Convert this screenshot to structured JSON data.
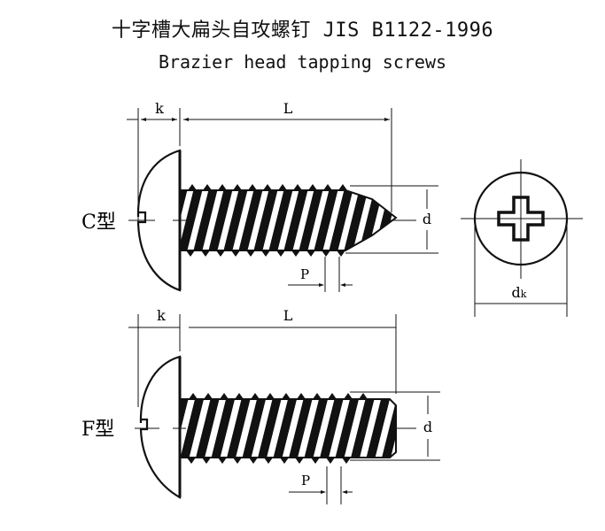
{
  "title": {
    "chinese": "十字槽大扁头自攻螺钉 JIS B1122-1996",
    "english": "Brazier head tapping screws"
  },
  "views": {
    "c_type": {
      "label": "C型",
      "dimensions": {
        "head_height": "k",
        "length": "L",
        "diameter": "d",
        "pitch": "P"
      }
    },
    "f_type": {
      "label": "F型",
      "dimensions": {
        "head_height": "k",
        "length": "L",
        "diameter": "d",
        "pitch": "P"
      }
    },
    "top_view": {
      "dimension": "dk",
      "dimension_main": "d",
      "dimension_sub": "k"
    }
  },
  "colors": {
    "ink": "#111111",
    "background": "#ffffff"
  }
}
